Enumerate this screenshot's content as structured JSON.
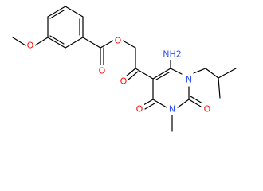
{
  "molecule": {
    "atoms": {
      "methoxy_o": {
        "label": "O",
        "element": "O"
      },
      "ester_o": {
        "label": "O",
        "element": "O"
      },
      "ester_carbonyl_o": {
        "label": "O",
        "element": "O"
      },
      "ketone_o": {
        "label": "O",
        "element": "O"
      },
      "amino_n": {
        "label": "NH2",
        "element": "N"
      },
      "ring_n1": {
        "label": "N",
        "element": "N"
      },
      "ring_n3": {
        "label": "N",
        "element": "N"
      },
      "c2_o": {
        "label": "O",
        "element": "O"
      },
      "c4_o": {
        "label": "O",
        "element": "O"
      }
    }
  },
  "colors": {
    "bond": "#000000",
    "oxygen": "#ff0d0d",
    "nitrogen": "#3050f8",
    "background": "#ffffff"
  }
}
